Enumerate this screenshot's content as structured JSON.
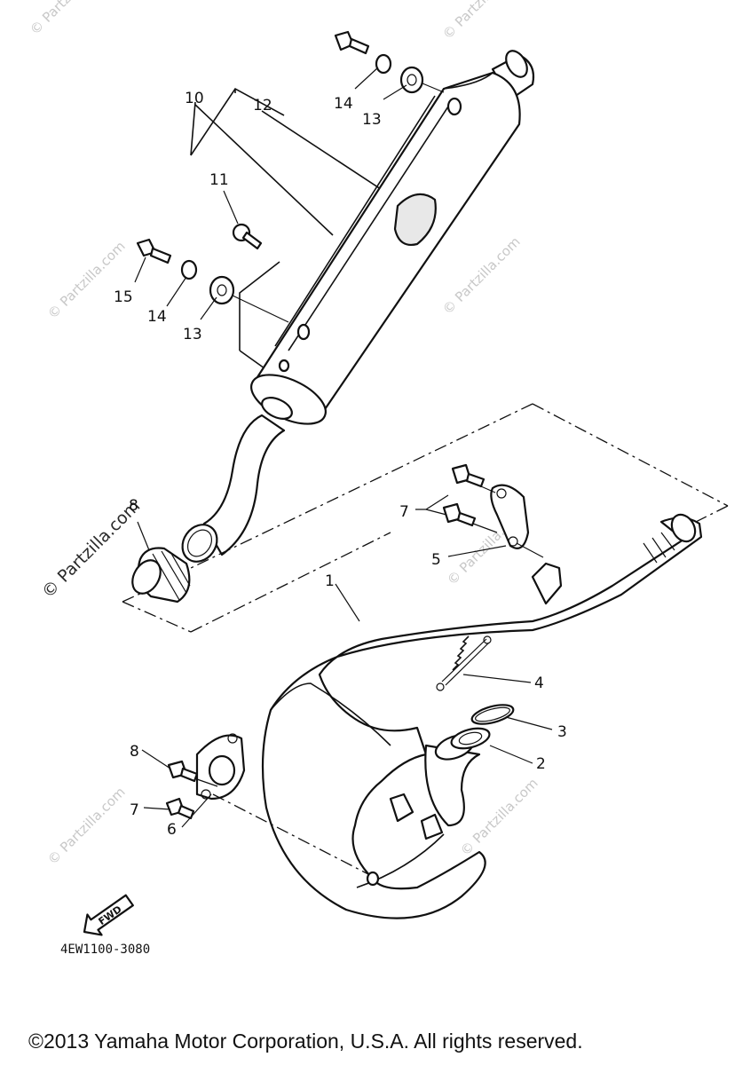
{
  "diagram": {
    "callouts": {
      "c1": "1",
      "c2": "2",
      "c3": "3",
      "c4": "4",
      "c5": "5",
      "c6": "6",
      "c7a": "7",
      "c7b": "7",
      "c8a": "8",
      "c8b": "8",
      "c10": "10",
      "c11": "11",
      "c12": "12",
      "c13a": "13",
      "c13b": "13",
      "c14a": "14",
      "c14b": "14",
      "c15": "15"
    },
    "fwd_label": "FWD",
    "watermark": "© Partzilla.com",
    "watermark_short": "© Partzilla.com",
    "diagram_code": "4EW1100-3080"
  },
  "footer": {
    "copyright": "©2013 Yamaha Motor Corporation, U.S.A. All rights reserved."
  }
}
